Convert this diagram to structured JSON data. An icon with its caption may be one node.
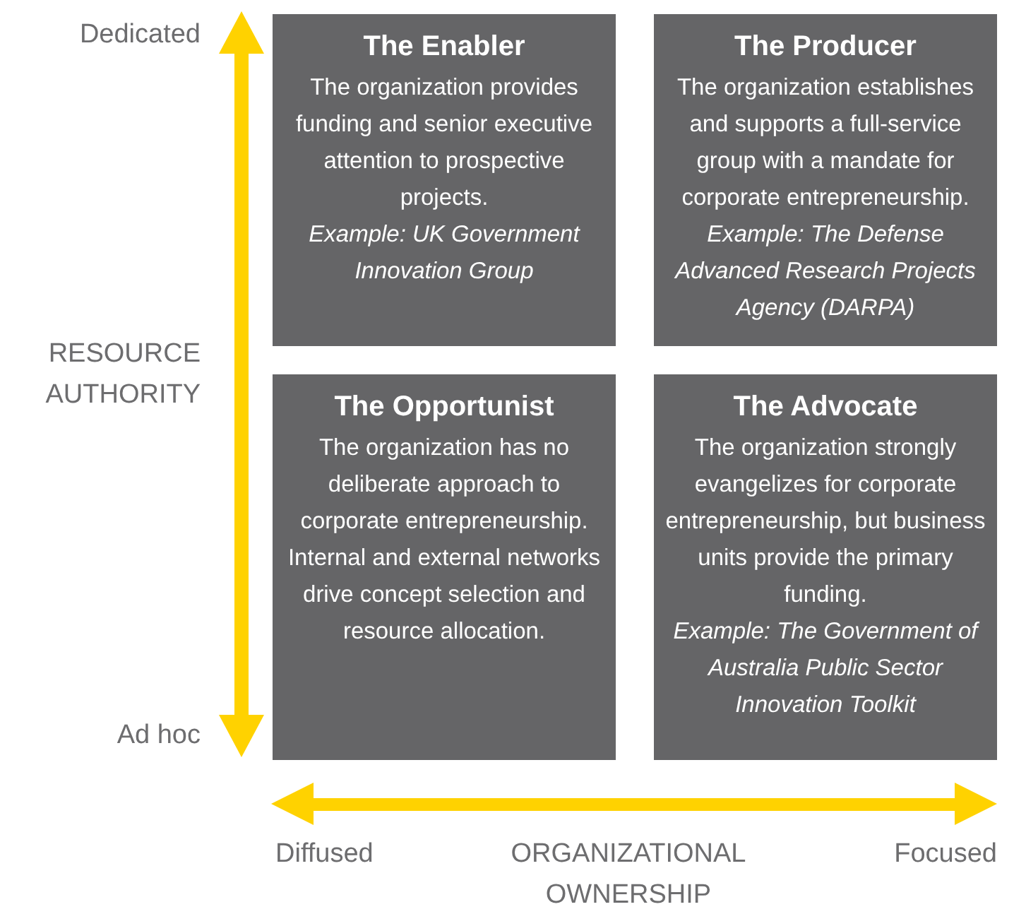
{
  "diagram": {
    "nodes": [
      {
        "text": [
          "The Enabler",
          "The organization provides funding and senior executive attention to prospective projects.",
          "Example: UK Government Innovation Group"
        ]
      },
      {
        "text": [
          "The Producer",
          "The organization establishes and supports a full-service group with a mandate for corporate entrepreneurship.",
          "Example: The Defense Advanced Research Projects Agency (DARPA)"
        ]
      },
      {
        "text": [
          "The Opportunist",
          "The organization has no deliberate approach to corporate entrepreneurship. Internal and external networks drive concept selection and resource allocation."
        ]
      },
      {
        "text": [
          "The Advocate",
          "The organization strongly evangelizes for corporate entrepreneurship, but business units provide the primary funding.",
          "Example: The Government of Australia Public Sector Innovation Toolkit"
        ]
      }
    ],
    "edges": [],
    "labels": [
      "Dedicated",
      "RESOURCE AUTHORITY",
      "Ad hoc",
      "Diffused",
      "ORGANIZATIONAL OWNERSHIP",
      "Focused"
    ]
  }
}
